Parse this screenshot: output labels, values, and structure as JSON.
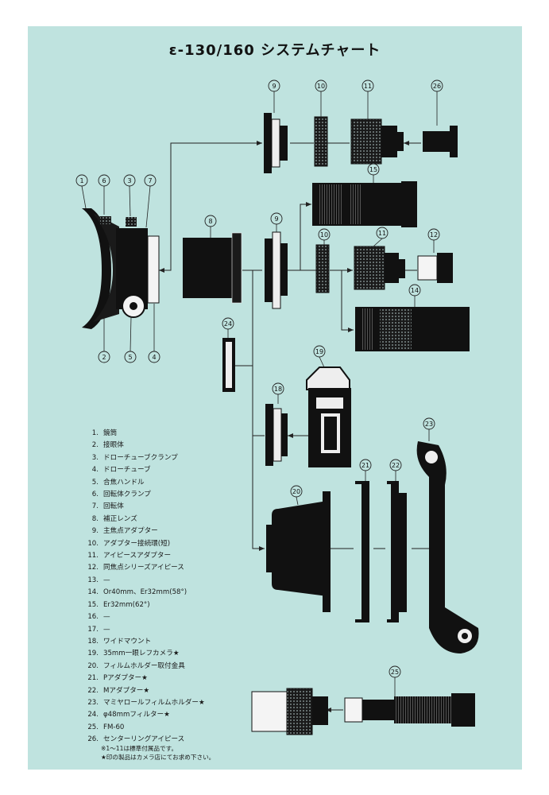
{
  "title": "ε-130/160 システムチャート",
  "callouts": [
    "1",
    "2",
    "3",
    "4",
    "5",
    "6",
    "7",
    "8",
    "9",
    "9",
    "10",
    "10",
    "11",
    "11",
    "12",
    "14",
    "15",
    "18",
    "19",
    "20",
    "21",
    "22",
    "23",
    "24",
    "25",
    "26"
  ],
  "parts": [
    {
      "num": "1.",
      "name": "鏡筒"
    },
    {
      "num": "2.",
      "name": "接眼体"
    },
    {
      "num": "3.",
      "name": "ドローチューブクランプ"
    },
    {
      "num": "4.",
      "name": "ドローチューブ"
    },
    {
      "num": "5.",
      "name": "合焦ハンドル"
    },
    {
      "num": "6.",
      "name": "回転体クランプ"
    },
    {
      "num": "7.",
      "name": "回転体"
    },
    {
      "num": "8.",
      "name": "補正レンズ"
    },
    {
      "num": "9.",
      "name": "主焦点アダプター"
    },
    {
      "num": "10.",
      "name": "アダプター接続環(短)"
    },
    {
      "num": "11.",
      "name": "アイピースアダプター"
    },
    {
      "num": "12.",
      "name": "同焦点シリーズアイピース"
    },
    {
      "num": "13.",
      "name": "—"
    },
    {
      "num": "14.",
      "name": "Or40mm、Er32mm(58°)"
    },
    {
      "num": "15.",
      "name": "Er32mm(62°)"
    },
    {
      "num": "16.",
      "name": "—"
    },
    {
      "num": "17.",
      "name": "—"
    },
    {
      "num": "18.",
      "name": "ワイドマウント"
    },
    {
      "num": "19.",
      "name": "35mm一眼レフカメラ★"
    },
    {
      "num": "20.",
      "name": "フィルムホルダー取付金具"
    },
    {
      "num": "21.",
      "name": "Pアダプター★"
    },
    {
      "num": "22.",
      "name": "Mアダプター★"
    },
    {
      "num": "23.",
      "name": "マミヤロールフィルムホルダー★"
    },
    {
      "num": "24.",
      "name": "φ48mmフィルター★"
    },
    {
      "num": "25.",
      "name": "FM-60"
    },
    {
      "num": "26.",
      "name": "センターリングアイピース"
    }
  ],
  "notes": [
    "※1〜11は標準付属品です。",
    "★印の製品はカメラ店にてお求め下さい。"
  ],
  "colors": {
    "background": "#bfe3df",
    "ink": "#111111"
  }
}
